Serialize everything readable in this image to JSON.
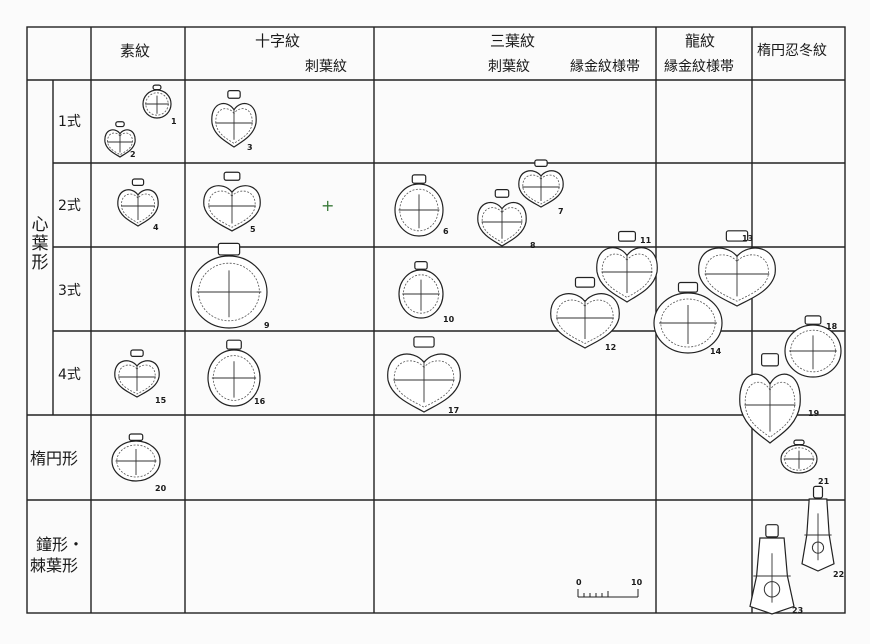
{
  "header": {
    "plain": "素紋",
    "cross": "十字紋",
    "cross_sub": "刺葉紋",
    "trefoil": "三葉紋",
    "trefoil_sub1": "刺葉紋",
    "trefoil_sub2": "縁金紋様帯",
    "dragon": "龍紋",
    "dragon_sub": "縁金紋様帯",
    "oval_scroll": "楕円忍冬紋"
  },
  "rows": {
    "heart_group": "心葉形",
    "type1": "1式",
    "type2": "2式",
    "type3": "3式",
    "type4": "4式",
    "oval": "楕円形",
    "bell_line1": "鐘形・",
    "bell_line2": "棘葉形"
  },
  "cross_mark": "+",
  "scale": {
    "zero": "0",
    "ten": "10"
  },
  "figures": [
    {
      "label": "1",
      "shape": "round"
    },
    {
      "label": "2",
      "shape": "heart"
    },
    {
      "label": "3",
      "shape": "heart"
    },
    {
      "label": "4",
      "shape": "heart"
    },
    {
      "label": "5",
      "shape": "heart"
    },
    {
      "label": "6",
      "shape": "round"
    },
    {
      "label": "7",
      "shape": "heart"
    },
    {
      "label": "8",
      "shape": "heart"
    },
    {
      "label": "9",
      "shape": "round"
    },
    {
      "label": "10",
      "shape": "round"
    },
    {
      "label": "11",
      "shape": "heart"
    },
    {
      "label": "12",
      "shape": "heart"
    },
    {
      "label": "13",
      "shape": "heart"
    },
    {
      "label": "14",
      "shape": "round"
    },
    {
      "label": "15",
      "shape": "heart"
    },
    {
      "label": "16",
      "shape": "oval"
    },
    {
      "label": "17",
      "shape": "heart"
    },
    {
      "label": "18",
      "shape": "round"
    },
    {
      "label": "19",
      "shape": "heart"
    },
    {
      "label": "20",
      "shape": "oval"
    },
    {
      "label": "21",
      "shape": "oval"
    },
    {
      "label": "22",
      "shape": "bell"
    },
    {
      "label": "23",
      "shape": "bell"
    }
  ]
}
